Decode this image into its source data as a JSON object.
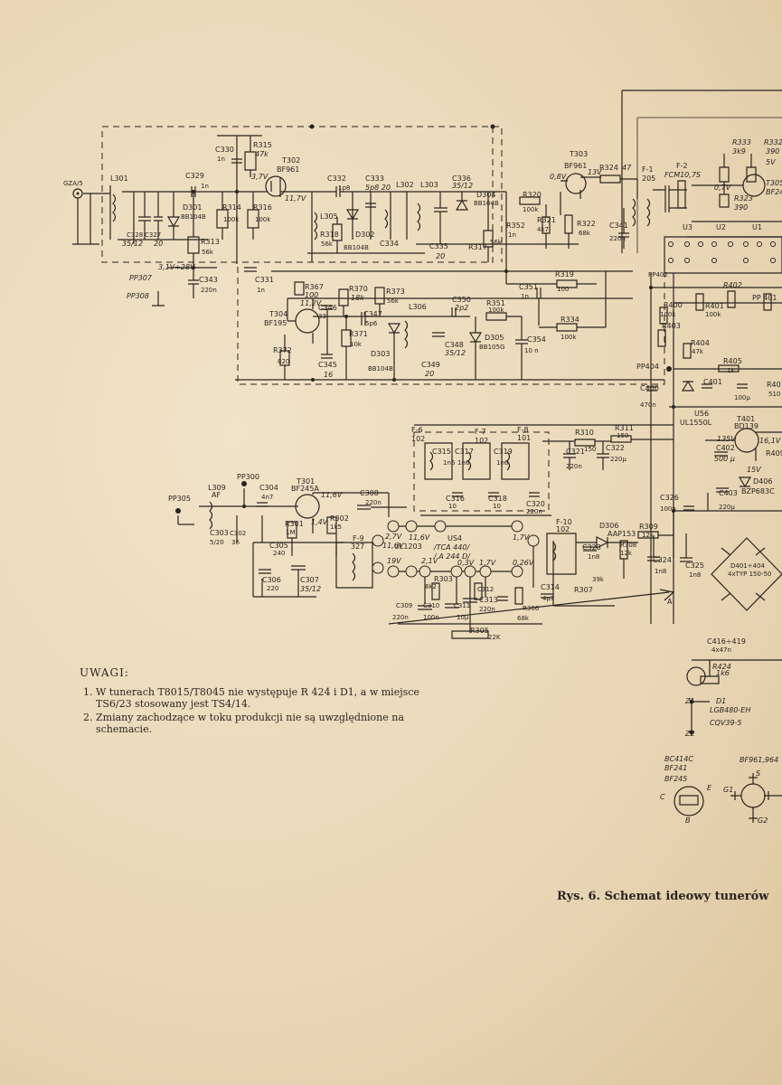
{
  "notes": {
    "title": "UWAGI:",
    "items": [
      "W tunerach T8015/T8045 nie występuje R 424 i D1, a w miejsce TS6/23 stosowany jest TS4/14.",
      "Zmiany zachodzące w toku produkcji nie są uwzględnione na schemacie."
    ]
  },
  "caption": "Rys. 6. Schemat ideowy tunerów",
  "labels": {
    "gza": "GZA/5",
    "l301": "L301",
    "c328": "C328",
    "c327": "C327",
    "v35_12a": "35/12",
    "v20a": "20",
    "d301": "D301",
    "bb104b_a": "BB104B",
    "c329": "C329",
    "v1n_a": "1n",
    "c330": "C330",
    "v1n_b": "1n",
    "r315": "R315",
    "v47k": "47k",
    "t302": "T302",
    "bf961_a": "BF961",
    "r314": "R314",
    "v100k_a": "100k",
    "r316": "R316",
    "v100k_b": "100k",
    "r313": "R313",
    "v56k_a": "56k",
    "c331": "C331",
    "v1n_c": "1n",
    "c343": "C343",
    "v220n_a": "220n",
    "pp307": "PP307",
    "pp308": "PP308",
    "volt_31": "3,1V÷28V",
    "c332": "C332",
    "v1p8": "1p8",
    "c333": "C333",
    "v5p8": "5p8 20",
    "l302": "L302",
    "l303": "L303",
    "l305": "L305",
    "r318": "R318",
    "v56k_b": "56k",
    "d302": "D302",
    "bb104b_b": "BB104B",
    "c334": "C334",
    "c335": "C335",
    "v20b": "20",
    "c336": "C336",
    "v35_12b": "35/12",
    "d304": "D304",
    "bb104b_c": "BB104B",
    "r317": "R317",
    "v56k_c": "56k",
    "r352": "R352",
    "v1n_d": "1n",
    "t303": "T303",
    "bf961_b": "BF961",
    "r320": "R320",
    "v100k_c": "100k",
    "r321": "R321",
    "v4k7": "4k7",
    "r322": "R322",
    "v68k": "68k",
    "r324": "R324",
    "v47": "47",
    "c341": "C341",
    "v220n_b": "220n",
    "f1": "F-1",
    "v205": "205",
    "f2": "F-2",
    "fcm": "FCM10,7S",
    "r333": "R333",
    "v3k9": "3k9",
    "r332": "R332",
    "v390a": "390",
    "v5v": "5V",
    "r323": "R323",
    "v390b": "390",
    "t305": "T305",
    "bf24": "BF24",
    "v07v": "0,7V",
    "u3": "U3",
    "u2": "U2",
    "u1": "U1",
    "t304": "T304",
    "bf195": "BF195",
    "r367": "R367",
    "v100": "100",
    "r370": "R370",
    "v18k": "18k",
    "r373": "R373",
    "v56k_d": "56k",
    "l306": "L306",
    "c346": "C346",
    "v33": "33",
    "c347": "C347",
    "v5p6": "5p6",
    "c350": "C350",
    "v2p2": "2p2",
    "r351": "R351",
    "v100k_d": "100k",
    "c351": "C351",
    "v1n_e": "1n",
    "r319": "R319",
    "v100b": "100",
    "r334": "R334",
    "v100k_e": "100k",
    "r371": "R371",
    "v10k": "10k",
    "r372": "R372",
    "v820": "820",
    "c345": "C345",
    "v16": "16",
    "d303": "D303",
    "bb104b_d": "BB104B",
    "c348": "C348",
    "v35_12c": "35/12",
    "c349": "C349",
    "v20c": "20",
    "d305": "D305",
    "bb105g": "BB105G",
    "c354": "C354",
    "v10n": "10 n",
    "pp402": "PP402",
    "r400": "R400",
    "v100k_f": "100k",
    "r401": "R401",
    "v100k_g": "100k",
    "r402": "R402",
    "pp401": "PP 401",
    "r403": "R403",
    "r404": "R404",
    "v47k_b": "47k",
    "r405": "R405",
    "v1k": "1k",
    "pp404": "PP404",
    "c400": "C400",
    "v470n": "470n",
    "c401": "C401",
    "v100u": "100µ",
    "r407": "R407",
    "v510": "510",
    "u56": "U56",
    "ul1550l": "UL1550L",
    "t401": "T401",
    "bd139": "BD139",
    "c402": "C402",
    "v500u": "500 µ",
    "v15v": "15V",
    "d406": "D406",
    "bzp": "BZP683C",
    "c403": "C403",
    "v220u_b": "220µ",
    "v135v": "135V",
    "v161v": "16,1V",
    "r409": "R409",
    "f6": "F-6",
    "v102a": "102",
    "f7": "F-7",
    "v102b": "102",
    "f8": "F-8",
    "v101": "101",
    "c315": "C315",
    "c317": "C317",
    "c319": "C319",
    "v1n6a": "1n6",
    "v1n6b": "1n6",
    "v1n6c": "1n6",
    "c316": "C316",
    "v10a": "10",
    "c318": "C318",
    "v10b": "10",
    "r310": "R310",
    "v150": "150",
    "r311": "R311",
    "v150b": "150",
    "c321": "C321",
    "v220n_c": "220n",
    "c322": "C322",
    "v220u": "220µ",
    "c320": "C320",
    "v220n_d": "220n",
    "pp300": "PP300",
    "l309": "L309",
    "af": "AF",
    "c304": "C304",
    "v4n7": "4n7",
    "t301": "T301",
    "bf245a": "BF245A",
    "v116v": "11,6V",
    "pp305": "PP305",
    "c303": "C303",
    "v5_20": "5/20",
    "c302": "C302",
    "v36": "36",
    "r301": "R301",
    "v1m": "1M",
    "r302": "R302",
    "v1k5": "1k5",
    "v14v": "1,4V",
    "c308": "C308",
    "v220n_e": "220n",
    "c305": "C305",
    "v240": "240",
    "c306": "C306",
    "v220": "220",
    "c307": "C307",
    "v35_12d": "35/12",
    "f9": "F-9",
    "v327": "327",
    "ul1203": "UL1203",
    "us4": "US4",
    "tca440": "/TCA 440/",
    "a244d": "/ A 244 D/",
    "r303": "R303",
    "v8k2": "8k2",
    "c309": "C309",
    "v220n_f": "220n",
    "c310": "C310",
    "v100n": "100n",
    "c311": "C311",
    "v10u": "10µ",
    "c312": "C312",
    "c313": "C313",
    "v220n_g": "220n",
    "r305": "R305",
    "v22k": "22K",
    "r306": "R306",
    "v68k_b": "68k",
    "c314": "C314",
    "v4p7": "4µ7",
    "f10": "F-10",
    "v102c": "102",
    "c323": "C323",
    "v1n8a": "1n8",
    "d306": "D306",
    "aap153": "AAP153",
    "r308": "R308",
    "v12k": "12k",
    "r307": "R307",
    "v39k": "39k",
    "r309": "R309",
    "v12kb": "12k",
    "c324": "C324",
    "v1n8b": "1n8",
    "c325": "C325",
    "v1n8c": "1n8",
    "c326": "C326",
    "v100n_b": "100n",
    "v27v": "2,7V",
    "v11_6v": "11,6V",
    "v19v": "19V",
    "v21v": "2,1V",
    "v03v": "0,3V",
    "v17v": "1,7V",
    "v026v": "0,26V",
    "v11_6vb": "11,6V",
    "v17vb": "1,7V",
    "d401": "D401÷404",
    "ktyp": "4xTYP 150-50",
    "c416": "C416÷419",
    "v4x47n": "4x47n",
    "r424": "R424",
    "v1k6": "1k6",
    "z1": "Z1",
    "z2": "Z2",
    "d1": "D1",
    "lgb": "LGB480-EH",
    "cqv": "CQV39-5",
    "bc414c": "BC414C",
    "bf241": "BF241",
    "bf245": "BF245",
    "pin_c": "C",
    "pin_e": "E",
    "pin_b": "B",
    "bf961_984": "BF961,964",
    "pin_s": "S",
    "pin_g1": "G1",
    "pin_g2": "G2",
    "arrow_a": "A",
    "v37v": "3,7V",
    "v117v": "11,7V",
    "v08v": "0,8V",
    "v13v": "13V",
    "v112v": "11,2V"
  }
}
